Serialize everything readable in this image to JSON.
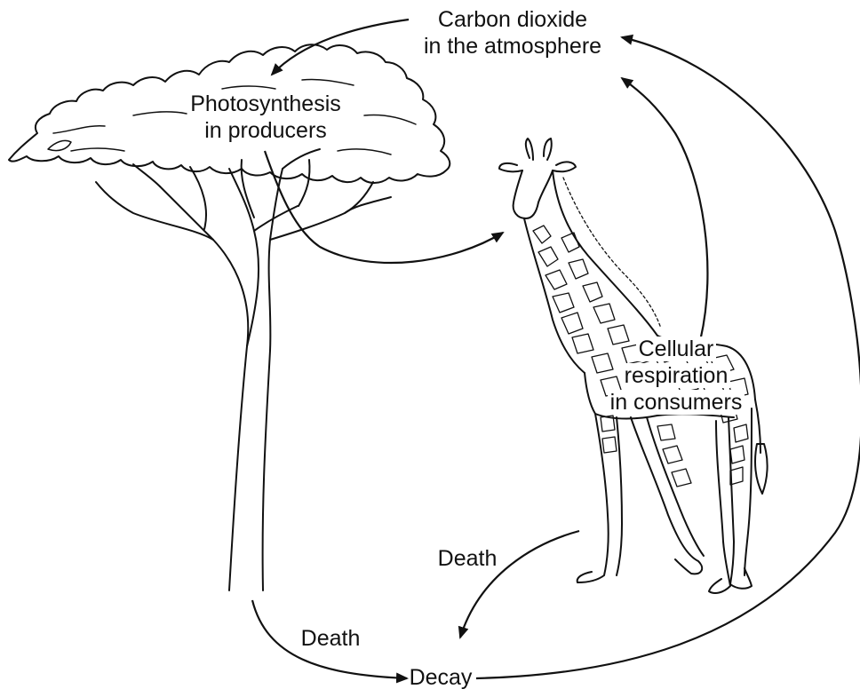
{
  "labels": {
    "co2": [
      "Carbon dioxide",
      "in the atmosphere"
    ],
    "photosynthesis": [
      "Photosynthesis",
      "in producers"
    ],
    "respiration": [
      "Cellular",
      "respiration",
      "in consumers"
    ],
    "death_giraffe": "Death",
    "death_tree": "Death",
    "decay": "Decay"
  },
  "illustrations": {
    "producer": "acacia-tree",
    "consumer": "giraffe"
  },
  "colors": {
    "line": "#111111",
    "background": "#ffffff"
  }
}
